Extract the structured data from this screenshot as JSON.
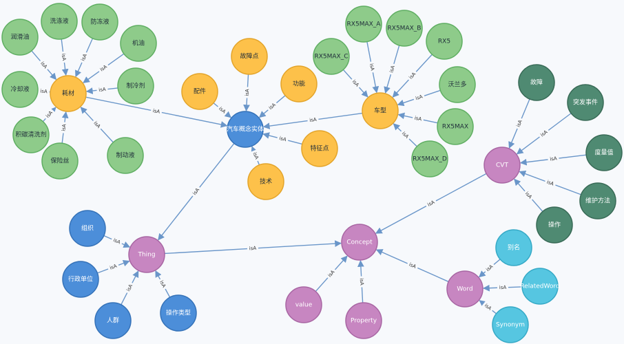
{
  "colors": {
    "green": {
      "fill": "#8ecb8a",
      "stroke": "#5fae62",
      "text": "dark"
    },
    "orange": {
      "fill": "#fdc14a",
      "stroke": "#e3a42a",
      "text": "dark"
    },
    "blue": {
      "fill": "#4c8ed9",
      "stroke": "#3572b8",
      "text": "light"
    },
    "teal": {
      "fill": "#4f8a72",
      "stroke": "#386a56",
      "text": "light"
    },
    "purple": {
      "fill": "#c786c1",
      "stroke": "#a866a3",
      "text": "light"
    },
    "cyan": {
      "fill": "#56c6e1",
      "stroke": "#35a9c6",
      "text": "light"
    },
    "edge": "#6a96c9"
  },
  "edge_label": "isA",
  "nodes": [
    {
      "id": "n1",
      "label": "润滑油",
      "color": "green"
    },
    {
      "id": "n2",
      "label": "洗涤液",
      "color": "green"
    },
    {
      "id": "n3",
      "label": "防冻液",
      "color": "green"
    },
    {
      "id": "n4",
      "label": "机油",
      "color": "green"
    },
    {
      "id": "n5",
      "label": "冷却液",
      "color": "green"
    },
    {
      "id": "n6",
      "label": "耗材",
      "color": "orange"
    },
    {
      "id": "n7",
      "label": "制冷剂",
      "color": "green"
    },
    {
      "id": "n8",
      "label": "积碳清洗剂",
      "color": "green"
    },
    {
      "id": "n9",
      "label": "保险丝",
      "color": "green"
    },
    {
      "id": "n10",
      "label": "制动液",
      "color": "green"
    },
    {
      "id": "n11",
      "label": "故障点",
      "color": "orange"
    },
    {
      "id": "n12",
      "label": "配件",
      "color": "orange"
    },
    {
      "id": "n13",
      "label": "功能",
      "color": "orange"
    },
    {
      "id": "n14",
      "label": "汽车概念实体",
      "color": "blue"
    },
    {
      "id": "n15",
      "label": "特征点",
      "color": "orange"
    },
    {
      "id": "n16",
      "label": "技术",
      "color": "orange"
    },
    {
      "id": "n17",
      "label": "RX5MAX_A",
      "color": "green"
    },
    {
      "id": "n18",
      "label": "RX5MAX_B",
      "color": "green"
    },
    {
      "id": "n19",
      "label": "RX5",
      "color": "green"
    },
    {
      "id": "n20",
      "label": "RX5MAX_C",
      "color": "green"
    },
    {
      "id": "n21",
      "label": "沃兰多",
      "color": "green"
    },
    {
      "id": "n22",
      "label": "车型",
      "color": "orange"
    },
    {
      "id": "n23",
      "label": "RX5MAX",
      "color": "green"
    },
    {
      "id": "n24",
      "label": "RX5MAX_D",
      "color": "green"
    },
    {
      "id": "n25",
      "label": "故障",
      "color": "teal"
    },
    {
      "id": "n26",
      "label": "突发事件",
      "color": "teal"
    },
    {
      "id": "n27",
      "label": "度量值",
      "color": "teal"
    },
    {
      "id": "n28",
      "label": "CVT",
      "color": "purple"
    },
    {
      "id": "n29",
      "label": "维护方法",
      "color": "teal"
    },
    {
      "id": "n30",
      "label": "操作",
      "color": "teal"
    },
    {
      "id": "n31",
      "label": "组织",
      "color": "blue"
    },
    {
      "id": "n32",
      "label": "Thing",
      "color": "purple"
    },
    {
      "id": "n33",
      "label": "行政单位",
      "color": "blue"
    },
    {
      "id": "n34",
      "label": "人群",
      "color": "blue"
    },
    {
      "id": "n35",
      "label": "操作类型",
      "color": "blue"
    },
    {
      "id": "n36",
      "label": "Concept",
      "color": "purple"
    },
    {
      "id": "n37",
      "label": "value",
      "color": "purple"
    },
    {
      "id": "n38",
      "label": "Property",
      "color": "purple"
    },
    {
      "id": "n39",
      "label": "别名",
      "color": "cyan"
    },
    {
      "id": "n40",
      "label": "Word",
      "color": "purple"
    },
    {
      "id": "n41",
      "label": "RelatedWord",
      "color": "cyan"
    },
    {
      "id": "n42",
      "label": "Synonym",
      "color": "cyan"
    }
  ],
  "edges": [
    {
      "from": "n1",
      "to": "n6"
    },
    {
      "from": "n2",
      "to": "n6"
    },
    {
      "from": "n3",
      "to": "n6"
    },
    {
      "from": "n4",
      "to": "n6"
    },
    {
      "from": "n5",
      "to": "n6"
    },
    {
      "from": "n7",
      "to": "n6"
    },
    {
      "from": "n8",
      "to": "n6"
    },
    {
      "from": "n9",
      "to": "n6"
    },
    {
      "from": "n10",
      "to": "n6"
    },
    {
      "from": "n6",
      "to": "n14"
    },
    {
      "from": "n11",
      "to": "n14"
    },
    {
      "from": "n12",
      "to": "n14"
    },
    {
      "from": "n13",
      "to": "n14"
    },
    {
      "from": "n15",
      "to": "n14"
    },
    {
      "from": "n16",
      "to": "n14"
    },
    {
      "from": "n22",
      "to": "n14"
    },
    {
      "from": "n17",
      "to": "n22"
    },
    {
      "from": "n18",
      "to": "n22"
    },
    {
      "from": "n19",
      "to": "n22"
    },
    {
      "from": "n20",
      "to": "n22"
    },
    {
      "from": "n21",
      "to": "n22"
    },
    {
      "from": "n23",
      "to": "n22"
    },
    {
      "from": "n24",
      "to": "n22"
    },
    {
      "from": "n14",
      "to": "n32"
    },
    {
      "from": "n25",
      "to": "n28"
    },
    {
      "from": "n26",
      "to": "n28"
    },
    {
      "from": "n27",
      "to": "n28"
    },
    {
      "from": "n29",
      "to": "n28"
    },
    {
      "from": "n30",
      "to": "n28"
    },
    {
      "from": "n28",
      "to": "n36"
    },
    {
      "from": "n31",
      "to": "n32"
    },
    {
      "from": "n33",
      "to": "n32"
    },
    {
      "from": "n34",
      "to": "n32"
    },
    {
      "from": "n35",
      "to": "n32"
    },
    {
      "from": "n32",
      "to": "n36"
    },
    {
      "from": "n37",
      "to": "n36"
    },
    {
      "from": "n38",
      "to": "n36"
    },
    {
      "from": "n40",
      "to": "n36"
    },
    {
      "from": "n39",
      "to": "n40"
    },
    {
      "from": "n41",
      "to": "n40"
    },
    {
      "from": "n42",
      "to": "n40"
    }
  ]
}
